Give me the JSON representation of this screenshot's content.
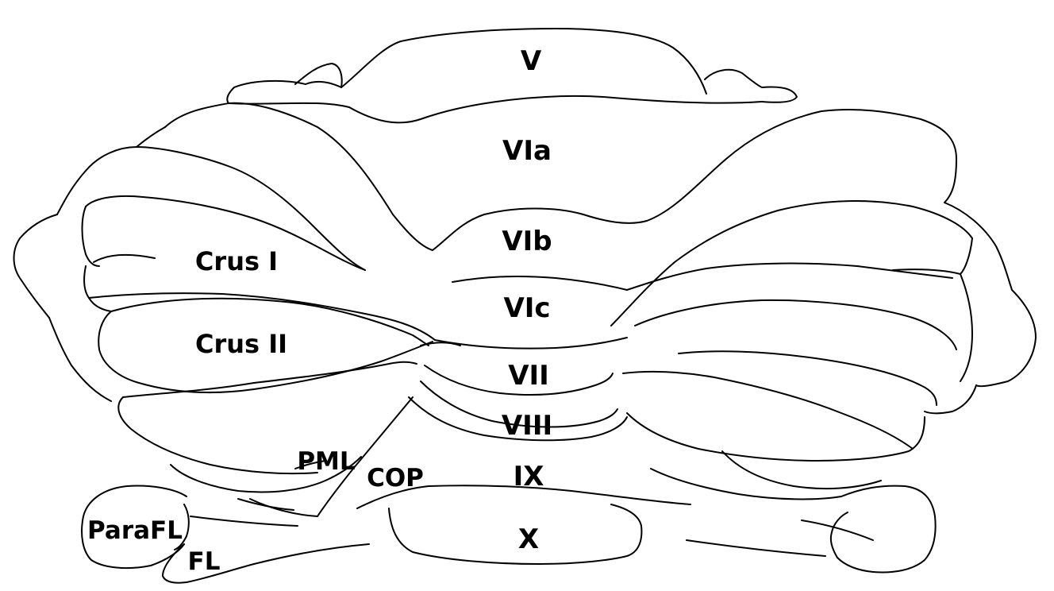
{
  "labels": {
    "v": "V",
    "via": "VIa",
    "vib": "VIb",
    "vic": "VIc",
    "vii": "VII",
    "viii": "VIII",
    "ix": "IX",
    "x": "X",
    "crus_i": "Crus I",
    "crus_ii": "Crus II",
    "pml": "PML",
    "cop": "COP",
    "parafl": "ParaFL",
    "fl": "FL"
  },
  "colors": {
    "stroke": "#000000",
    "background": "#ffffff"
  }
}
